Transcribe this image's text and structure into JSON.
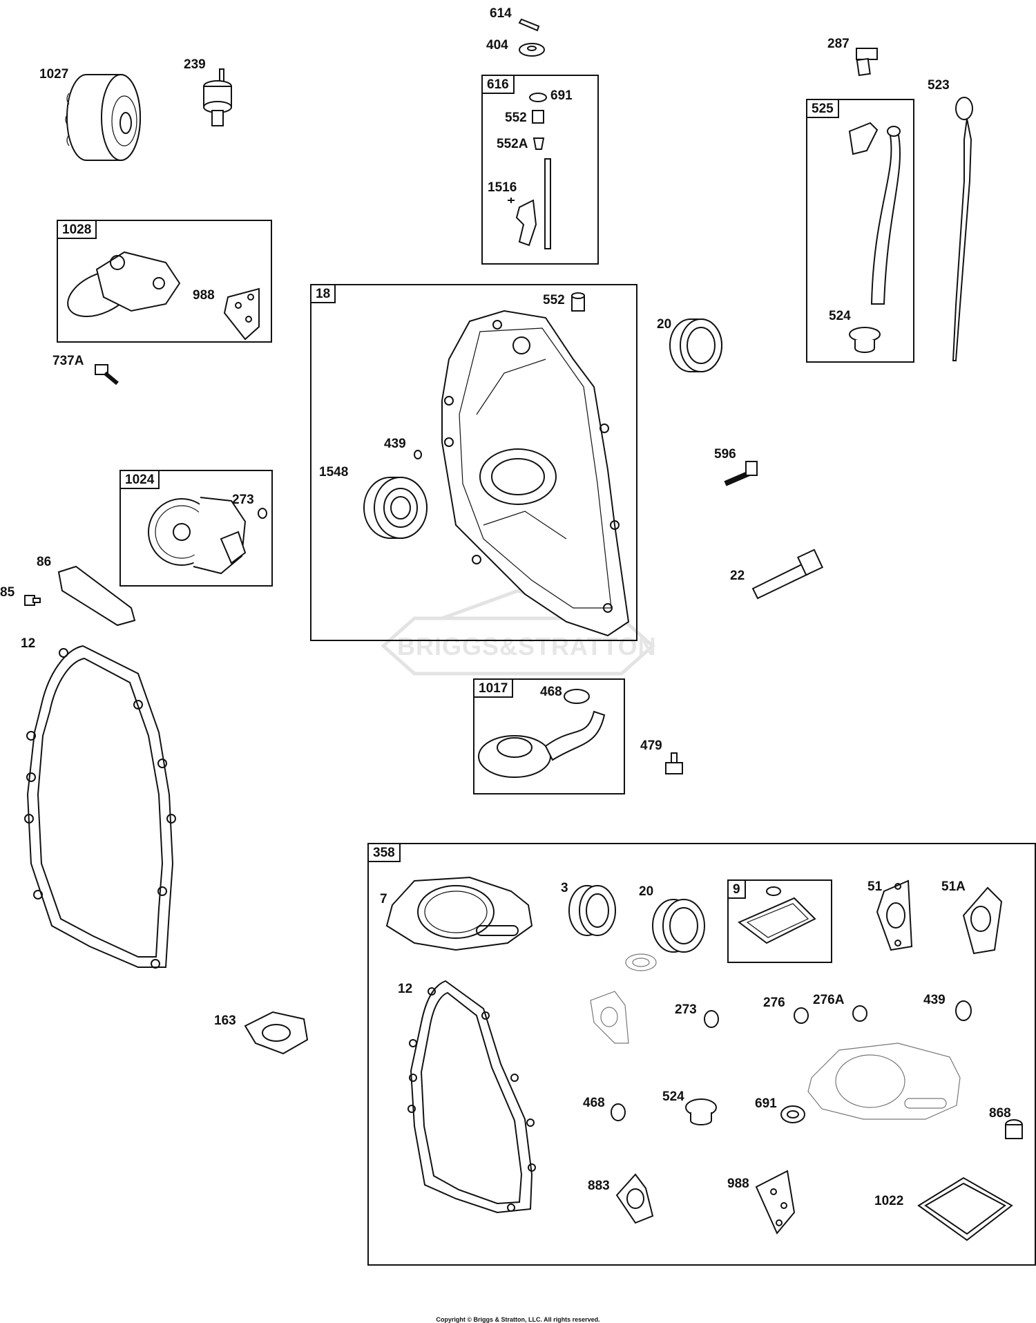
{
  "watermark": "BRIGGS&STRATTON",
  "copyright": "Copyright © Briggs & Stratton, LLC. All rights reserved.",
  "kits": {
    "k616": "616",
    "k525": "525",
    "k1028": "1028",
    "k18": "18",
    "k1024": "1024",
    "k1017": "1017",
    "k358": "358",
    "k9": "9"
  },
  "parts": {
    "p614": "614",
    "p404": "404",
    "p691a": "691",
    "p552a": "552",
    "p552A": "552A",
    "p1516": "1516",
    "p287": "287",
    "p523": "523",
    "p524a": "524",
    "p1027": "1027",
    "p239": "239",
    "p988a": "988",
    "p737A": "737A",
    "p552b": "552",
    "p20a": "20",
    "p439a": "439",
    "p1548": "1548",
    "p596": "596",
    "p273a": "273",
    "p86": "86",
    "p85": "85",
    "p22": "22",
    "p12a": "12",
    "p468a": "468",
    "p479": "479",
    "p7": "7",
    "p3": "3",
    "p20b": "20",
    "p51": "51",
    "p51A": "51A",
    "p163": "163",
    "p12b": "12",
    "p273b": "273",
    "p276": "276",
    "p276A": "276A",
    "p439b": "439",
    "p468b": "468",
    "p524b": "524",
    "p691b": "691",
    "p868": "868",
    "p883": "883",
    "p988b": "988",
    "p1022": "1022"
  }
}
